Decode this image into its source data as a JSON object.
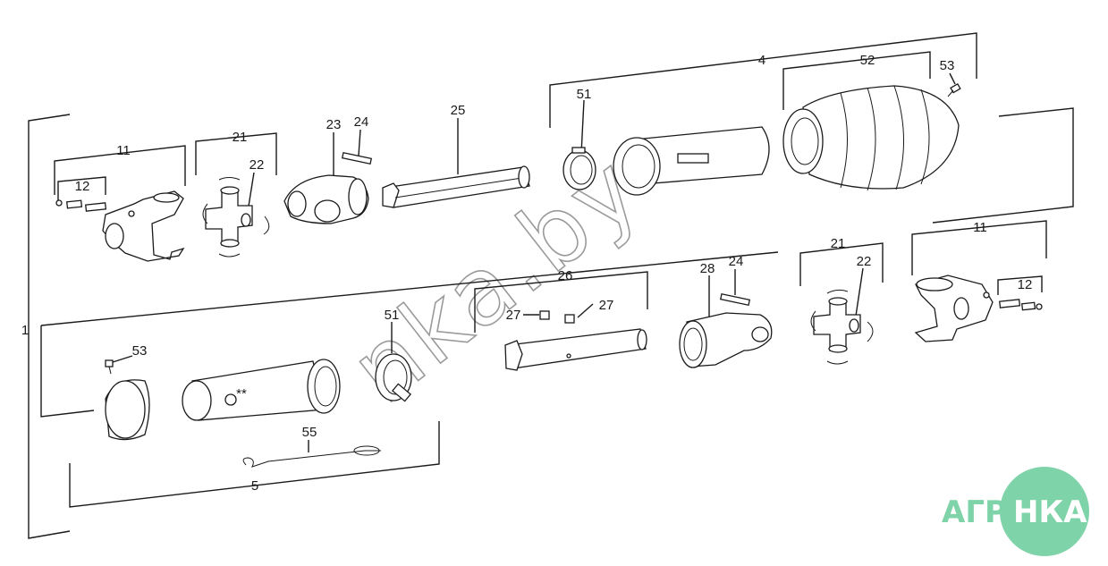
{
  "labels": {
    "shaft_assembly": "1",
    "tube_guard_outer": "4",
    "tube_guard_inner": "5",
    "yoke_outer": "11",
    "yoke_outer_right": "11",
    "bolt_set": "12",
    "bolt_set_right": "12",
    "cross_kit": "21",
    "cross_kit_right": "21",
    "circlip": "22",
    "circlip_right": "22",
    "inner_yoke": "23",
    "spring_pin": "24",
    "spring_pin_right": "24",
    "profile_tube_outer": "25",
    "profile_tube_inner": "26",
    "grease_nipple_a": "27",
    "grease_nipple_b": "27",
    "inner_yoke_right": "28",
    "bearing_ring_top": "51",
    "bearing_ring_bottom": "51",
    "cv_cone": "52",
    "screw_top": "53",
    "screw_bottom": "53",
    "safety_chain": "55",
    "tube_marker": "**"
  },
  "watermark": "nka.by",
  "logo": {
    "left": "АГРО",
    "right": "НКА"
  },
  "colors": {
    "logo": "#7ed3a8",
    "line": "#1a1a1a",
    "watermark": "#9a9a9a"
  }
}
